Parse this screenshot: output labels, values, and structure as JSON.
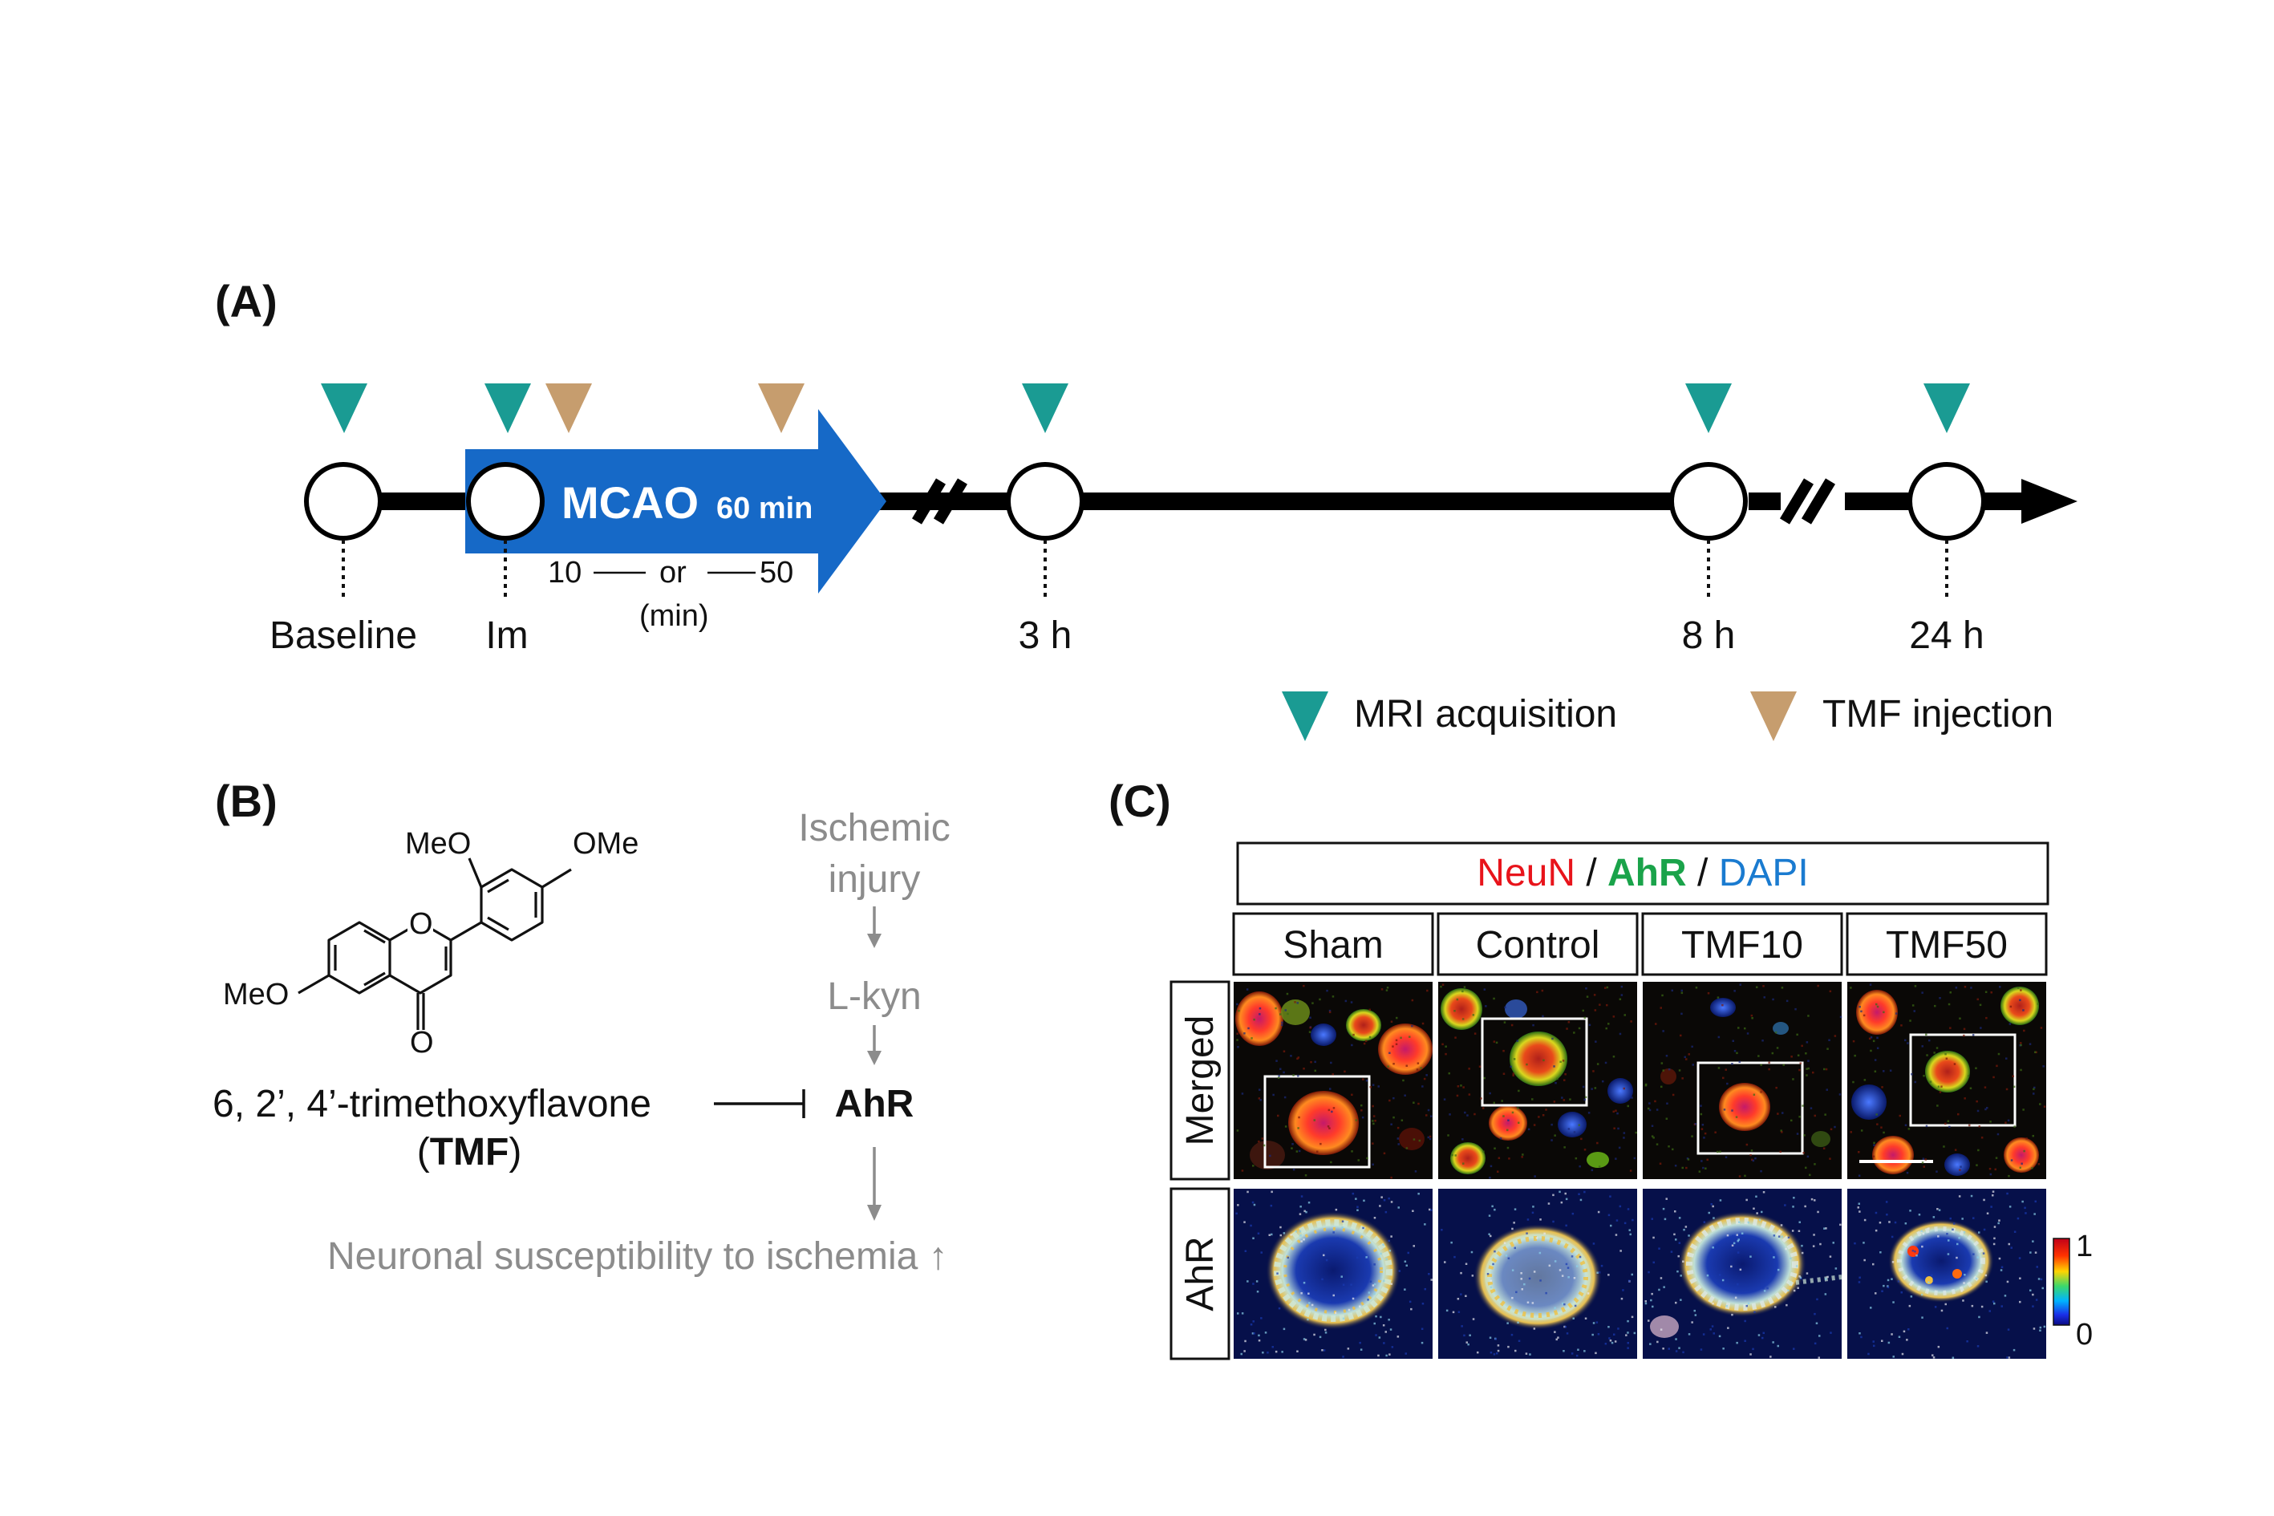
{
  "panel_a": {
    "label": "(A)",
    "mcao_label": "MCAO",
    "mcao_duration": "60 min",
    "injection_timing": {
      "first": "10",
      "connector": "or",
      "second": "50",
      "unit": "(min)"
    },
    "timepoints": [
      "Baseline",
      "Im",
      "3 h",
      "8 h",
      "24 h"
    ],
    "legend": {
      "mri": "MRI acquisition",
      "tmf": "TMF injection"
    }
  },
  "panel_b": {
    "label": "(B)",
    "substituents": {
      "top_left": "MeO",
      "top_right": "OMe",
      "left": "MeO",
      "ring_o": "O",
      "carbonyl_o": "O"
    },
    "compound_name": "6, 2’, 4’-trimethoxyflavone",
    "compound_abbrev_open": "(",
    "compound_abbrev": "TMF",
    "compound_abbrev_close": ")",
    "pathway": {
      "step1_line1": "Ischemic",
      "step1_line2": "injury",
      "step2": "L-kyn",
      "step3": "AhR",
      "outcome": "Neuronal susceptibility to ischemia ↑"
    }
  },
  "panel_c": {
    "label": "(C)",
    "stain": {
      "neun": "NeuN",
      "sep1": " / ",
      "ahr": "AhR",
      "sep2": " / ",
      "dapi": "DAPI"
    },
    "groups": [
      "Sham",
      "Control",
      "TMF10",
      "TMF50"
    ],
    "rows": [
      "Merged",
      "AhR"
    ],
    "colorbar": {
      "max": "1",
      "min": "0"
    }
  },
  "colors": {
    "mri": "#1a9b93",
    "tmf": "#c69d6e",
    "mcao_arrow": "#1669c7",
    "neun": "#e8141b",
    "ahr": "#1aa34a",
    "dapi": "#1a7bd0",
    "pathway_grey": "#8c8c8c"
  }
}
